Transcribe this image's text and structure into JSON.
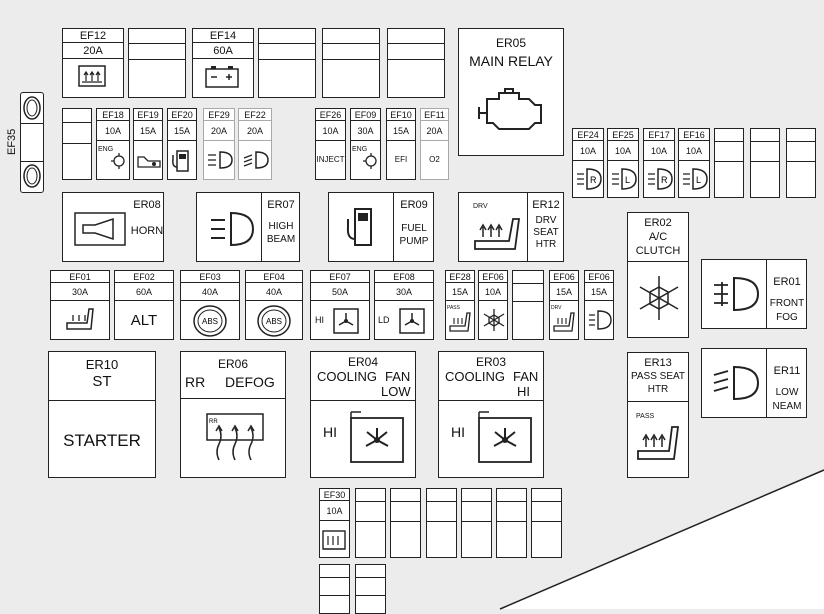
{
  "fuses_top": [
    {
      "id": "EF12",
      "amp": "20A"
    },
    {
      "id": "EF14",
      "amp": "60A"
    }
  ],
  "fuses_row2": [
    {
      "id": "EF18",
      "amp": "10A",
      "sym": "ENG"
    },
    {
      "id": "EF19",
      "amp": "15A"
    },
    {
      "id": "EF20",
      "amp": "15A"
    },
    {
      "id": "EF29",
      "amp": "20A"
    },
    {
      "id": "EF22",
      "amp": "20A"
    },
    {
      "id": "EF26",
      "amp": "10A",
      "sym": "INJECT"
    },
    {
      "id": "EF09",
      "amp": "30A",
      "sym": "ENG"
    },
    {
      "id": "EF10",
      "amp": "15A",
      "sym": "EFI"
    },
    {
      "id": "EF11",
      "amp": "20A",
      "sym": "O2"
    }
  ],
  "fuses_row3": [
    {
      "id": "EF24",
      "amp": "10A",
      "sym": "R"
    },
    {
      "id": "EF25",
      "amp": "10A",
      "sym": "L"
    },
    {
      "id": "EF17",
      "amp": "10A",
      "sym": "R"
    },
    {
      "id": "EF16",
      "amp": "10A",
      "sym": "L"
    }
  ],
  "fuses_row4": [
    {
      "id": "EF01",
      "amp": "30A"
    },
    {
      "id": "EF02",
      "amp": "60A",
      "sym": "ALT"
    },
    {
      "id": "EF03",
      "amp": "40A",
      "sym": "ABS"
    },
    {
      "id": "EF04",
      "amp": "40A",
      "sym": "ABS"
    },
    {
      "id": "EF07",
      "amp": "50A",
      "sym": "HI"
    },
    {
      "id": "EF08",
      "amp": "30A",
      "sym": "LD"
    },
    {
      "id": "EF28",
      "amp": "15A",
      "sym": "PASS"
    },
    {
      "id": "EF06a",
      "label": "EF06",
      "amp": "10A"
    },
    {
      "id": "EF06b",
      "label": "EF06",
      "amp": "15A",
      "sym": "DRV"
    },
    {
      "id": "EF06c",
      "label": "EF06",
      "amp": "15A"
    }
  ],
  "ef30": {
    "id": "EF30",
    "amp": "10A"
  },
  "ef35": "EF35",
  "relays": {
    "er05": {
      "id": "ER05",
      "name": "MAIN RELAY"
    },
    "er08": {
      "id": "ER08",
      "name": "HORN"
    },
    "er07": {
      "id": "ER07",
      "l1": "HIGH",
      "l2": "BEAM"
    },
    "er09": {
      "id": "ER09",
      "l1": "FUEL",
      "l2": "PUMP"
    },
    "er12": {
      "id": "ER12",
      "l1": "DRV",
      "l2": "SEAT",
      "l3": "HTR",
      "sym": "DRV"
    },
    "er02": {
      "id": "ER02",
      "l1": "A/C",
      "l2": "CLUTCH"
    },
    "er01": {
      "id": "ER01",
      "l1": "FRONT",
      "l2": "FOG"
    },
    "er11": {
      "id": "ER11",
      "l1": "LOW",
      "l2": "NEAM"
    },
    "er10": {
      "id": "ER10",
      "name": "ST",
      "big": "STARTER"
    },
    "er06": {
      "id": "ER06",
      "l1": "RR",
      "l2": "DEFOG",
      "sym": "RR"
    },
    "er04": {
      "id": "ER04",
      "l1": "COOLING",
      "l2": "FAN",
      "l3": "LOW",
      "hi": "HI"
    },
    "er03": {
      "id": "ER03",
      "l1": "COOLING",
      "l2": "FAN",
      "l3": "HI",
      "hi": "HI"
    },
    "er13": {
      "id": "ER13",
      "l1": "PASS SEAT",
      "l2": "HTR",
      "sym": "PASS"
    }
  }
}
